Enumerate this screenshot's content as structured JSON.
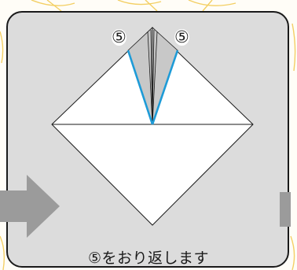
{
  "step_markers": {
    "left": "⑤",
    "right": "⑤"
  },
  "caption": "⑤をおり返します",
  "colors": {
    "panel": "#dcdcdc",
    "fold_line": "#1e9bd7",
    "arrow": "#9b9b9b",
    "flap_shade": "#c8c8c8",
    "sketch": "#f2c84b"
  }
}
